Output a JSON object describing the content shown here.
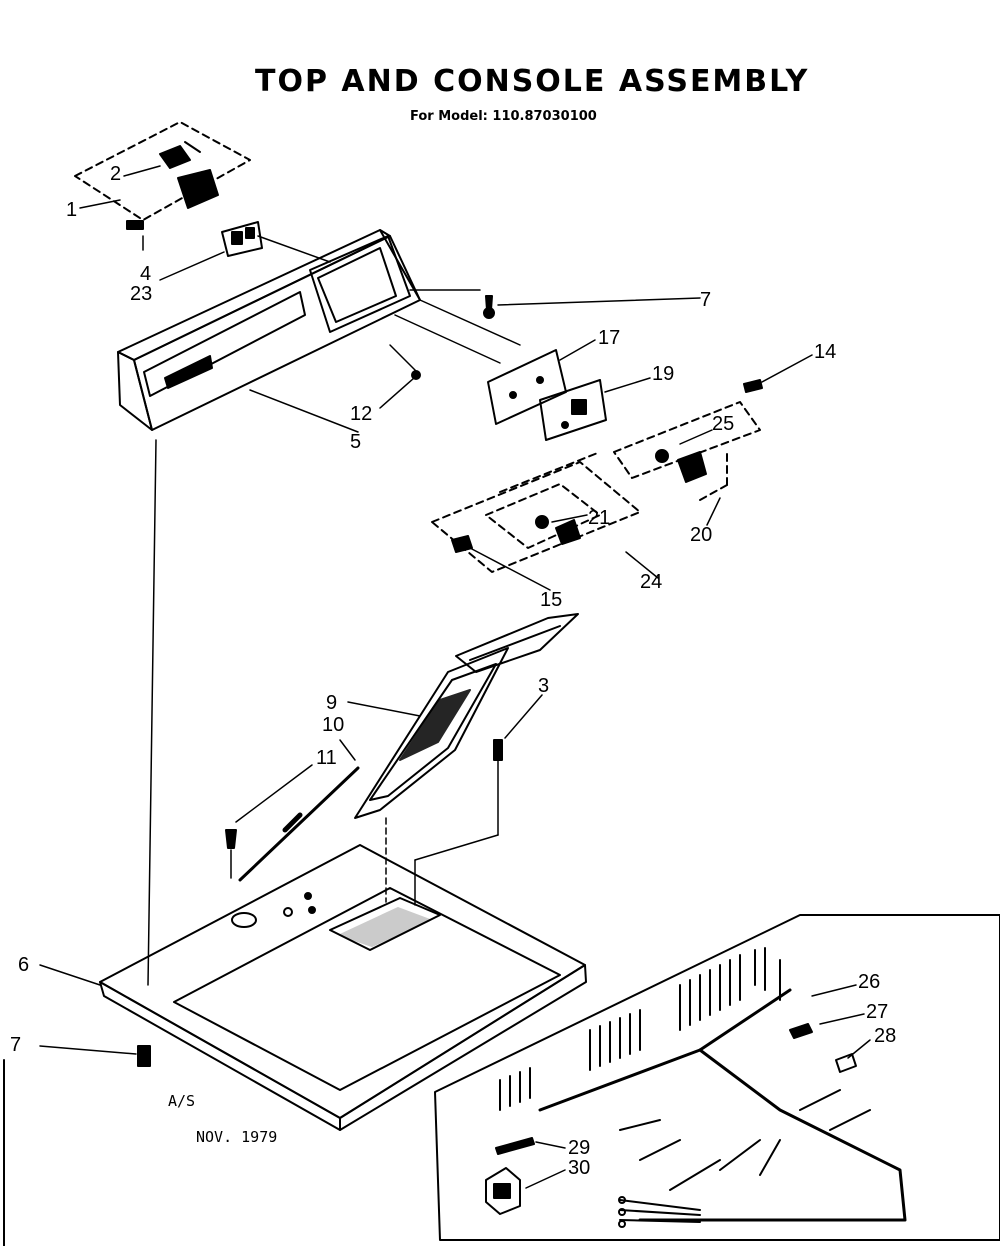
{
  "header": {
    "title": "TOP AND CONSOLE ASSEMBLY",
    "subtitle": "For Model: 110.87030100"
  },
  "notes": {
    "code": "A/S",
    "date": "NOV. 1979"
  },
  "callouts": {
    "c1": "1",
    "c2": "2",
    "c3": "3",
    "c4": "4",
    "c5": "5",
    "c6": "6",
    "c7a": "7",
    "c7b": "7",
    "c9": "9",
    "c10": "10",
    "c11": "11",
    "c12": "12",
    "c14": "14",
    "c15": "15",
    "c17": "17",
    "c19": "19",
    "c20": "20",
    "c21": "21",
    "c23": "23",
    "c24": "24",
    "c25": "25",
    "c26": "26",
    "c27": "27",
    "c28": "28",
    "c29": "29",
    "c30": "30"
  },
  "colors": {
    "ink": "#000000",
    "paper": "#ffffff"
  }
}
